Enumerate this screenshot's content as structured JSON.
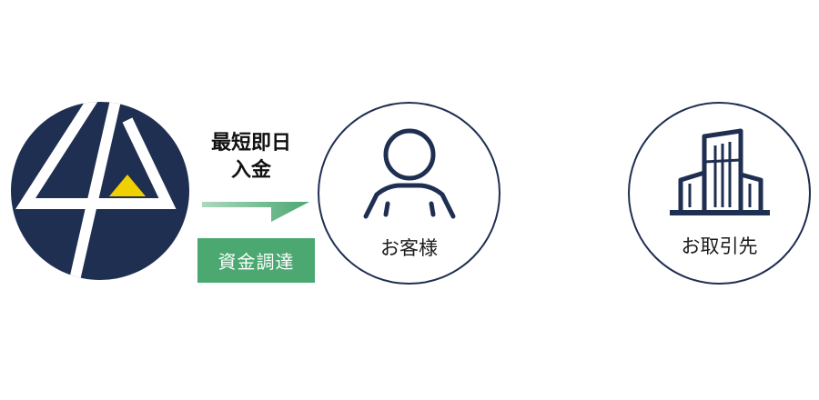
{
  "flow": {
    "speed_line1": "最短即日",
    "speed_line2": "入金",
    "funding_badge": "資金調達"
  },
  "nodes": {
    "customer_label": "お客様",
    "partner_label": "お取引先"
  },
  "icons": {
    "logo": "company-logo",
    "customer": "person-icon",
    "partner": "buildings-icon"
  },
  "colors": {
    "navy": "#1f2f52",
    "green": "#4aa870",
    "yellow": "#f0d000"
  }
}
